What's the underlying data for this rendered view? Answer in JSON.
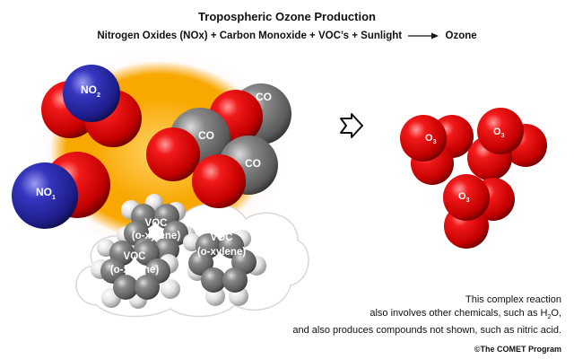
{
  "title": "Tropospheric Ozone Production",
  "equation": {
    "reactants": "Nitrogen Oxides (NOx) + Carbon Monoxide + VOC’s + Sunlight",
    "product": "Ozone"
  },
  "molecules": {
    "no2": {
      "base": "NO",
      "sub": "2"
    },
    "no1": {
      "base": "NO",
      "sub": "1"
    },
    "co": "CO",
    "voc_line1": "VOC",
    "voc_line2": "(o-xylene)",
    "o3": {
      "base": "O",
      "sub": "3"
    }
  },
  "note": {
    "line1": "This complex reaction",
    "line2_prefix": "also involves other chemicals, such as H",
    "line2_sub": "2",
    "line2_suffix": "O,",
    "line3": "and also produces compounds not shown, such as nitric acid."
  },
  "credit": "©The COMET Program",
  "colors": {
    "oxygen": "#e00000",
    "nitrogen": "#2a2aa8",
    "carbon": "#666666",
    "hydrogen": "#eeeeee",
    "sun": "#f5a400"
  }
}
